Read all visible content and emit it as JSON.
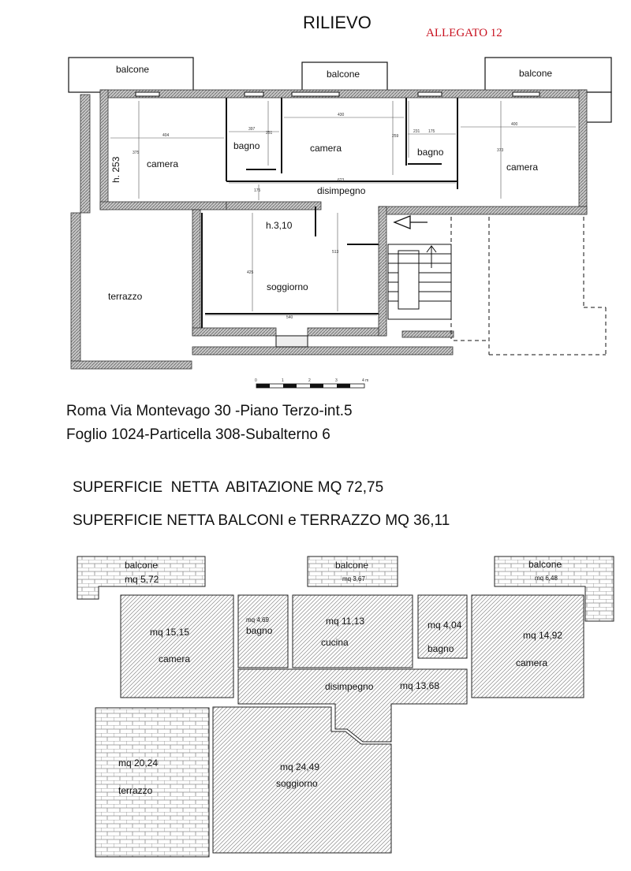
{
  "header": {
    "title": "RILIEVO",
    "allegato": "ALLEGATO 12"
  },
  "survey_plan": {
    "balconies": [
      "balcone",
      "balcone",
      "balcone"
    ],
    "rooms": {
      "camera_left": "camera",
      "bagno_left": "bagno",
      "camera_center": "camera",
      "bagno_right": "bagno",
      "camera_right": "camera",
      "disimpegno": "disimpegno",
      "soggiorno": "soggiorno",
      "terrazzo": "terrazzo"
    },
    "heights": {
      "bedroom": "h. 253",
      "living": "h.3,10"
    },
    "dimensions": {
      "d404": "404",
      "d375": "375",
      "d397": "397",
      "d251": "251",
      "d430": "430",
      "d259": "259",
      "d231": "231",
      "d175a": "175",
      "d400": "400",
      "d373": "373",
      "d623": "623",
      "d175b": "175",
      "d425": "425",
      "d513": "513",
      "d540": "540"
    },
    "scale": {
      "ticks": [
        "0",
        "1",
        "2",
        "3",
        "4 m"
      ]
    }
  },
  "address": {
    "line1": "Roma Via Montevago 30 -Piano Terzo-int.5",
    "line2": "Foglio 1024-Particella 308-Subalterno 6"
  },
  "surfaces": {
    "abitazione": "SUPERFICIE  NETTA  ABITAZIONE MQ 72,75",
    "balconi": "SUPERFICIE NETTA BALCONI e TERRAZZO MQ 36,11"
  },
  "area_plan": {
    "balcone_left": {
      "name": "balcone",
      "area": "mq 5,72"
    },
    "balcone_center": {
      "name": "balcone",
      "area": "mq 3,67"
    },
    "balcone_right": {
      "name": "balcone",
      "area": "mq 6,48"
    },
    "camera_left": {
      "name": "camera",
      "area": "mq 15,15"
    },
    "bagno_left": {
      "name": "bagno",
      "area": "mq 4,69"
    },
    "cucina": {
      "name": "cucina",
      "area": "mq 11,13"
    },
    "bagno_right": {
      "name": "bagno",
      "area": "mq 4,04"
    },
    "camera_right": {
      "name": "camera",
      "area": "mq 14,92"
    },
    "disimpegno": {
      "name": "disimpegno",
      "area": "mq 13,68"
    },
    "soggiorno": {
      "name": "soggiorno",
      "area": "mq 24,49"
    },
    "terrazzo": {
      "name": "terrazzo",
      "area": "mq 20,24"
    }
  },
  "colors": {
    "allegato": "#c8101e",
    "wall": "#9a9a9a",
    "line": "#111111",
    "hatch": "#8a8a8a"
  }
}
